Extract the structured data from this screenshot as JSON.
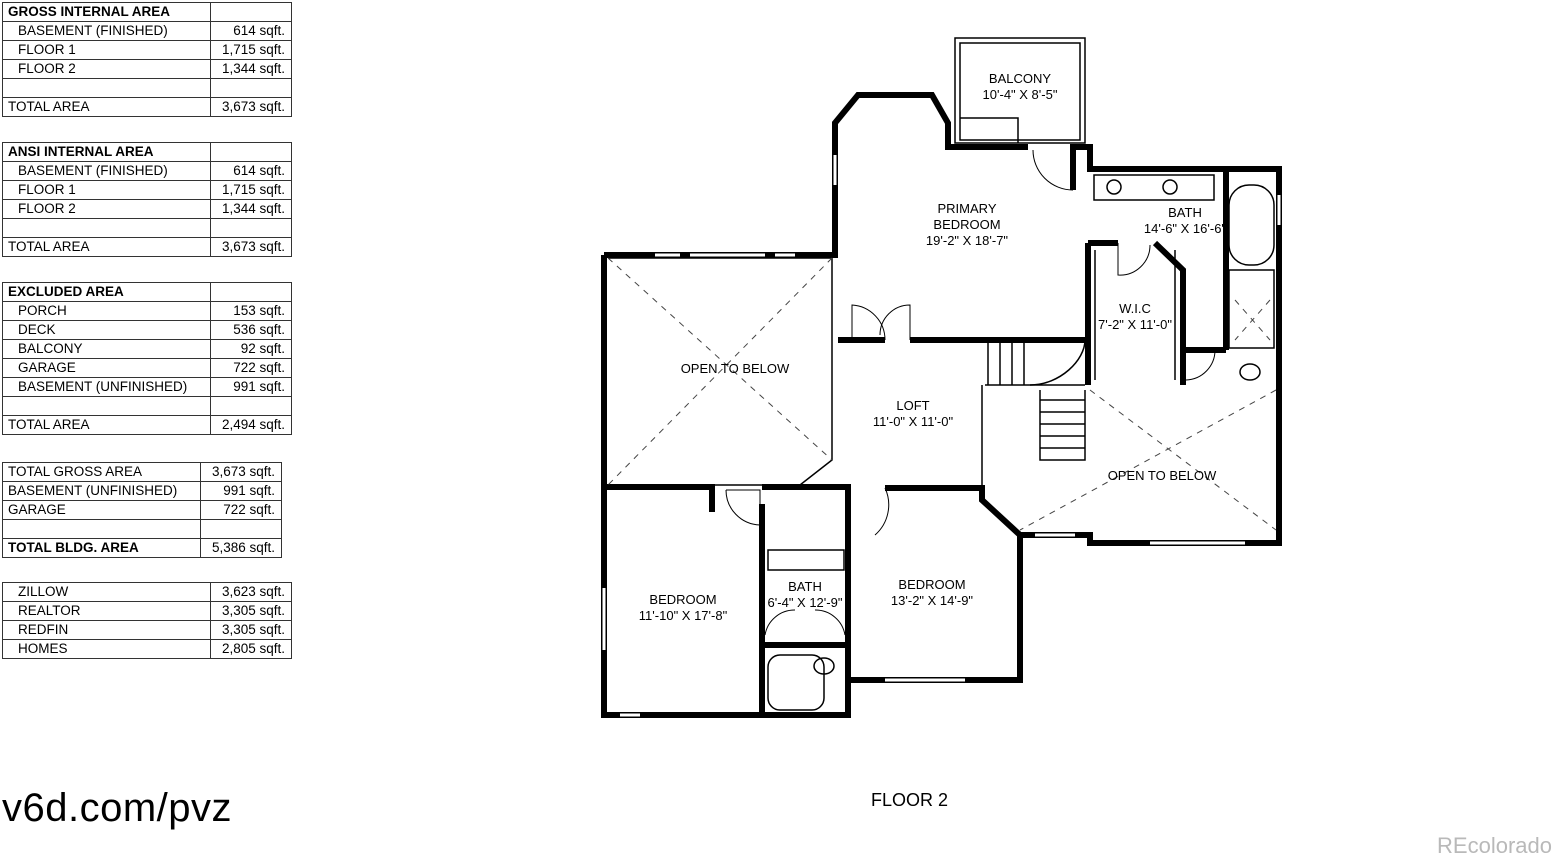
{
  "tables": [
    {
      "rows": [
        {
          "label": "GROSS INTERNAL AREA",
          "value": "",
          "kind": "head"
        },
        {
          "label": "BASEMENT (FINISHED)",
          "value": "614 sqft.",
          "kind": "sub"
        },
        {
          "label": "FLOOR 1",
          "value": "1,715 sqft.",
          "kind": "sub"
        },
        {
          "label": "FLOOR 2",
          "value": "1,344 sqft.",
          "kind": "sub"
        },
        {
          "label": "",
          "value": "",
          "kind": "blank"
        },
        {
          "label": "TOTAL AREA",
          "value": "3,673 sqft.",
          "kind": "plain"
        }
      ]
    },
    {
      "rows": [
        {
          "label": "ANSI INTERNAL AREA",
          "value": "",
          "kind": "head"
        },
        {
          "label": "BASEMENT (FINISHED)",
          "value": "614 sqft.",
          "kind": "sub"
        },
        {
          "label": "FLOOR 1",
          "value": "1,715 sqft.",
          "kind": "sub"
        },
        {
          "label": "FLOOR 2",
          "value": "1,344 sqft.",
          "kind": "sub"
        },
        {
          "label": "",
          "value": "",
          "kind": "blank"
        },
        {
          "label": "TOTAL AREA",
          "value": "3,673 sqft.",
          "kind": "plain"
        }
      ]
    },
    {
      "rows": [
        {
          "label": "EXCLUDED AREA",
          "value": "",
          "kind": "head"
        },
        {
          "label": "PORCH",
          "value": "153 sqft.",
          "kind": "sub"
        },
        {
          "label": "DECK",
          "value": "536 sqft.",
          "kind": "sub"
        },
        {
          "label": "BALCONY",
          "value": "92 sqft.",
          "kind": "sub"
        },
        {
          "label": "GARAGE",
          "value": "722 sqft.",
          "kind": "sub"
        },
        {
          "label": "BASEMENT (UNFINISHED)",
          "value": "991 sqft.",
          "kind": "sub"
        },
        {
          "label": "",
          "value": "",
          "kind": "blank"
        },
        {
          "label": "TOTAL AREA",
          "value": "2,494 sqft.",
          "kind": "plain"
        }
      ]
    },
    {
      "rows": [
        {
          "label": "TOTAL GROSS AREA",
          "value": "3,673 sqft.",
          "kind": "plain"
        },
        {
          "label": "BASEMENT (UNFINISHED)",
          "value": "991 sqft.",
          "kind": "plain"
        },
        {
          "label": "GARAGE",
          "value": "722 sqft.",
          "kind": "plain"
        },
        {
          "label": "",
          "value": "",
          "kind": "blank"
        },
        {
          "label": "TOTAL BLDG. AREA",
          "value": "5,386 sqft.",
          "kind": "bold"
        }
      ]
    },
    {
      "rows": [
        {
          "label": "ZILLOW",
          "value": "3,623 sqft.",
          "kind": "sub"
        },
        {
          "label": "REALTOR",
          "value": "3,305 sqft.",
          "kind": "sub"
        },
        {
          "label": "REDFIN",
          "value": "3,305 sqft.",
          "kind": "sub"
        },
        {
          "label": "HOMES",
          "value": "2,805 sqft.",
          "kind": "sub"
        }
      ]
    }
  ],
  "rooms": {
    "balcony": {
      "name": "BALCONY",
      "dims": "10'-4\" X 8'-5\""
    },
    "primary_bedroom": {
      "name1": "PRIMARY",
      "name2": "BEDROOM",
      "dims": "19'-2\" X 18'-7\""
    },
    "primary_bath": {
      "name": "BATH",
      "dims": "14'-6\" X 16'-6\""
    },
    "wic": {
      "name": "W.I.C",
      "dims": "7'-2\" X 11'-0\""
    },
    "open_below_left": {
      "name": "OPEN TO BELOW"
    },
    "open_below_right": {
      "name": "OPEN TO BELOW"
    },
    "loft": {
      "name": "LOFT",
      "dims": "11'-0\" X 11'-0\""
    },
    "bedroom_left": {
      "name": "BEDROOM",
      "dims": "11'-10\" X 17'-8\""
    },
    "bath_small": {
      "name": "BATH",
      "dims": "6'-4\" X 12'-9\""
    },
    "bedroom_mid": {
      "name": "BEDROOM",
      "dims": "13'-2\" X 14'-9\""
    }
  },
  "floor_title": "FLOOR 2",
  "site_url": "v6d.com/pvz",
  "watermark": "REcolorado"
}
